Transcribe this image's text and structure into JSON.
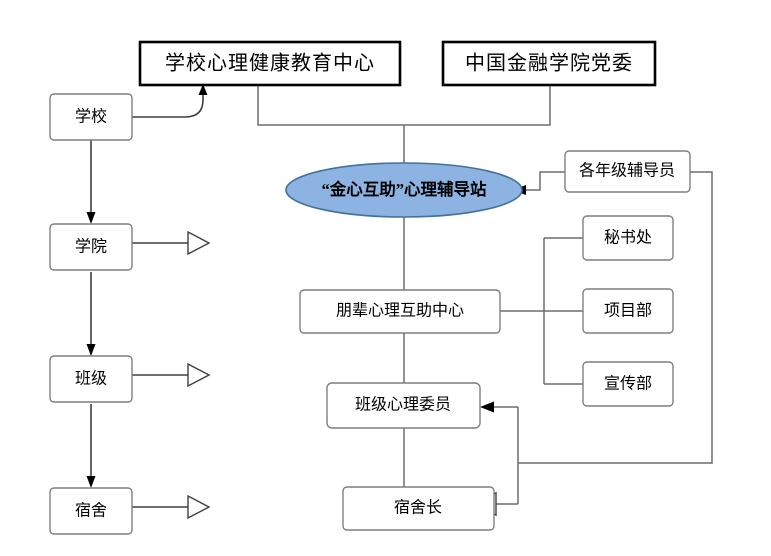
{
  "diagram": {
    "title_boxes": [
      {
        "id": "school-mental-health-center",
        "label": "学校心理健康教育中心"
      },
      {
        "id": "finance-college-party-committee",
        "label": "中国金融学院党委"
      }
    ],
    "central_node": {
      "id": "golden-heart-station",
      "label": "“金心互助”心理辅导站",
      "fill": "#8db3e2",
      "stroke": "#41719c"
    },
    "left_chain": [
      {
        "id": "school",
        "label": "学校"
      },
      {
        "id": "college",
        "label": "学院"
      },
      {
        "id": "class",
        "label": "班级"
      },
      {
        "id": "dormitory",
        "label": "宿舍"
      }
    ],
    "right_nodes": [
      {
        "id": "grade-counselors",
        "label": "各年级辅导员"
      },
      {
        "id": "secretariat",
        "label": "秘书处"
      },
      {
        "id": "project-department",
        "label": "项目部"
      },
      {
        "id": "publicity-department",
        "label": "宣传部"
      }
    ],
    "center_chain": [
      {
        "id": "peer-psychology-center",
        "label": "朋辈心理互助中心"
      },
      {
        "id": "class-psych-committee",
        "label": "班级心理委员"
      },
      {
        "id": "dorm-leader",
        "label": "宿舍长"
      }
    ],
    "colors": {
      "box_stroke": "#7f7f7f",
      "title_stroke": "#000000",
      "connector": "#6d6d6d",
      "background": "#ffffff"
    }
  }
}
